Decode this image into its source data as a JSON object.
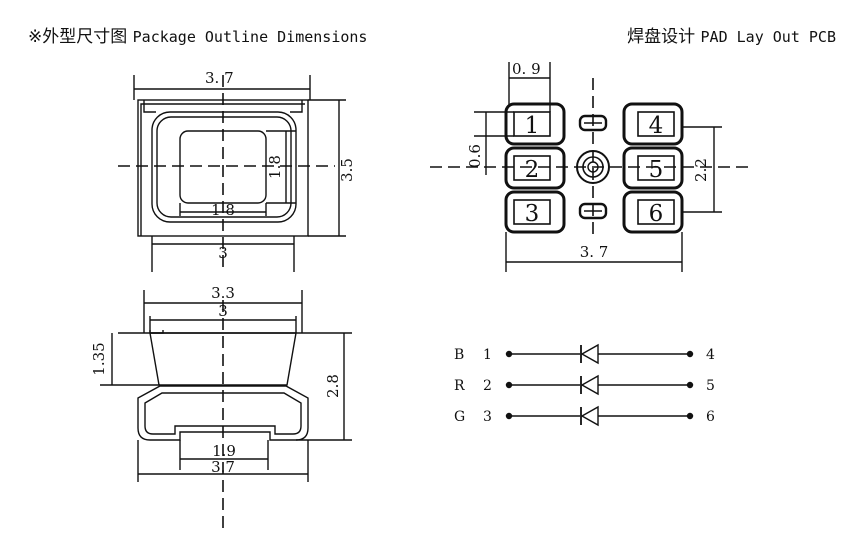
{
  "titles": {
    "left_symbol": "※",
    "left_cn": "外型尺寸图",
    "left_en": "Package Outline Dimensions",
    "right_cn": "焊盘设计",
    "right_en": "PAD Lay Out PCB"
  },
  "top_view": {
    "width": "3. 7",
    "height": "3.5",
    "inner_width": "1 8",
    "inner_height": "1.8",
    "base_width": "3"
  },
  "side_view": {
    "top_width": "3.3",
    "inner_width": "3",
    "upper_height": "1.35",
    "total_height": "2.8",
    "bottom_inner": "1.9",
    "bottom_total": "3.7"
  },
  "pad_layout": {
    "pad_width": "0. 9",
    "pad_height": "0.6",
    "pitch_span": "2.2",
    "total_width": "3. 7",
    "pins": [
      "1",
      "2",
      "3",
      "4",
      "5",
      "6"
    ]
  },
  "schematic": [
    {
      "color": "B",
      "in": "1",
      "out": "4"
    },
    {
      "color": "R",
      "in": "2",
      "out": "5"
    },
    {
      "color": "G",
      "in": "3",
      "out": "6"
    }
  ]
}
